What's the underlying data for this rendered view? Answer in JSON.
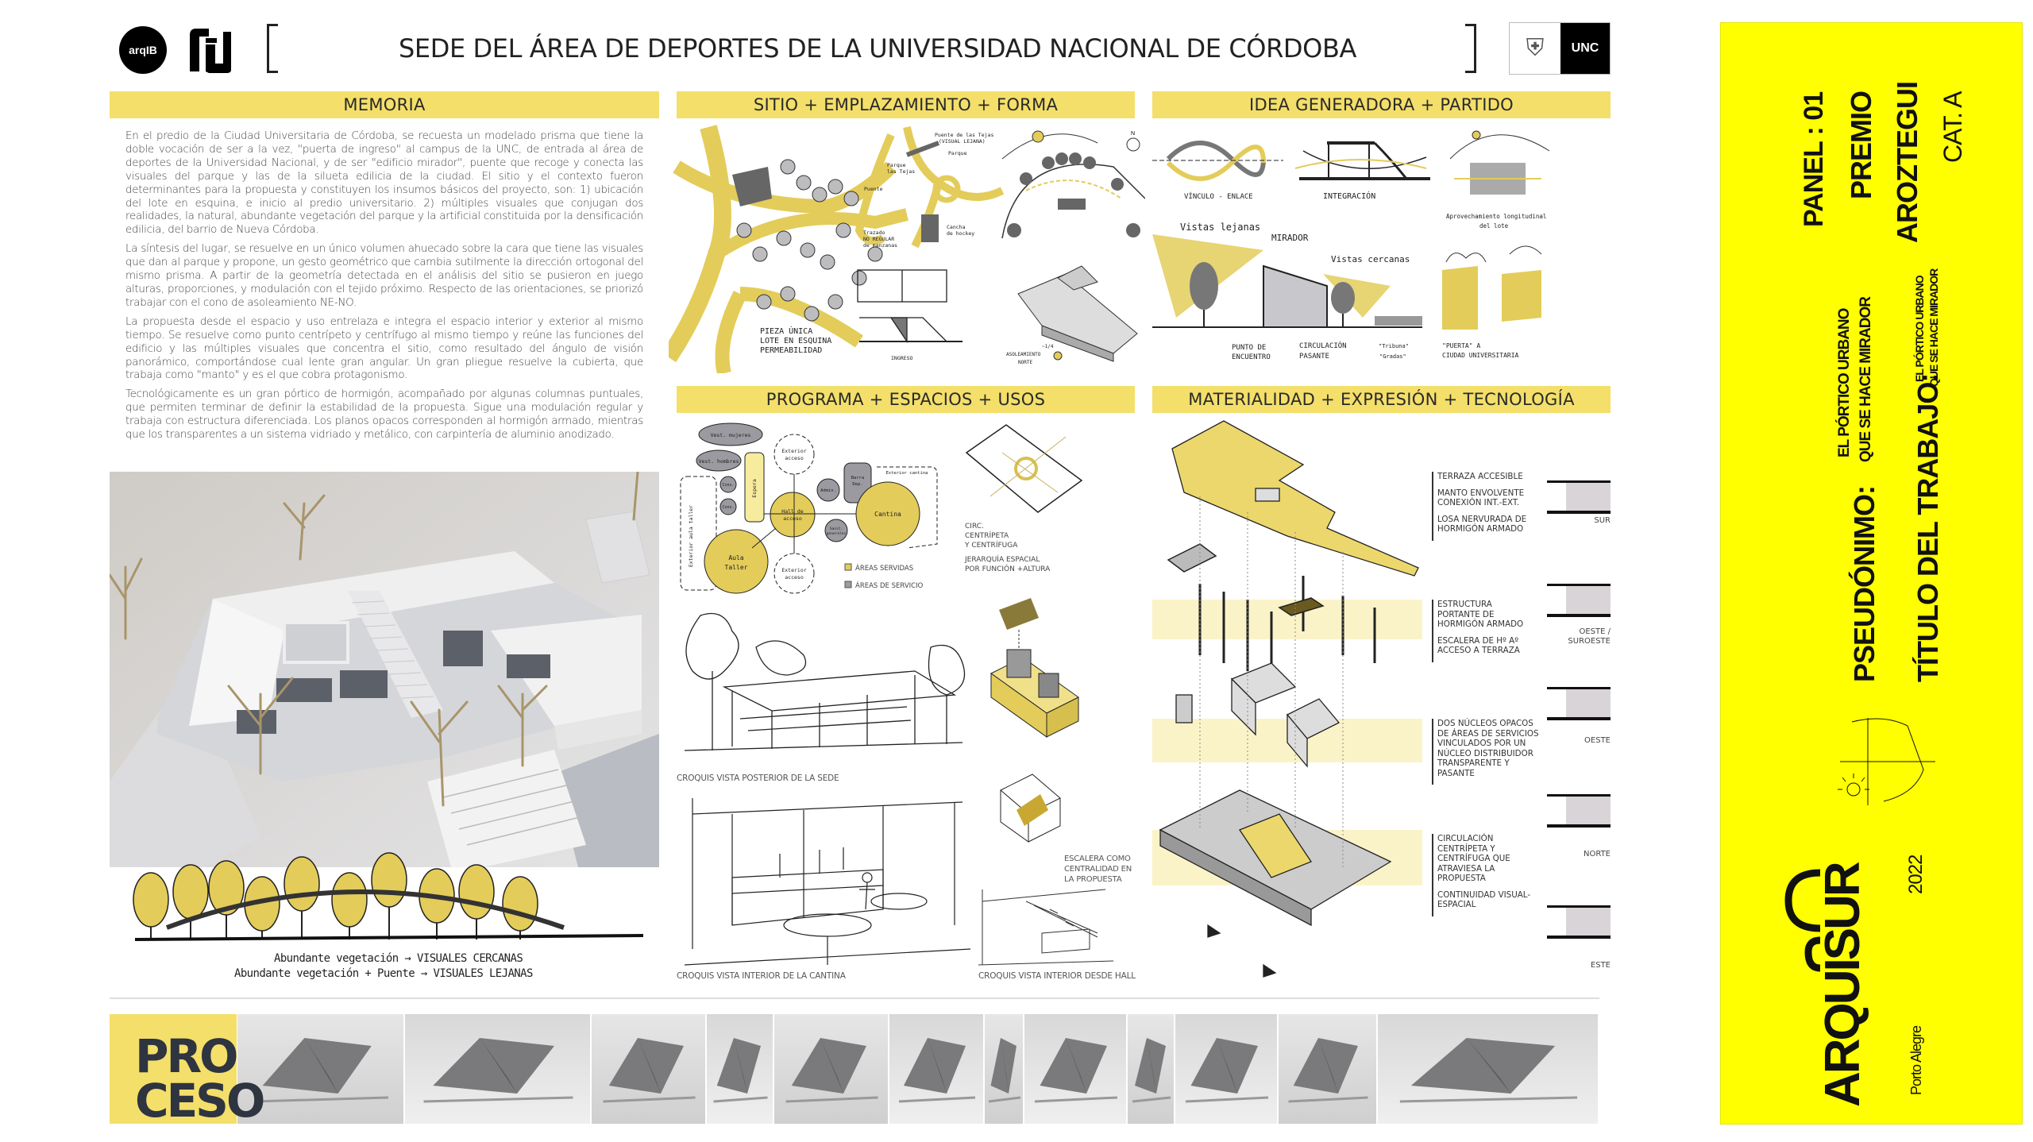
{
  "header": {
    "logo_left_1": "arqIB",
    "title": "SEDE DEL ÁREA DE DEPORTES DE LA UNIVERSIDAD NACIONAL DE CÓRDOBA",
    "logo_right": "UNC"
  },
  "sections": {
    "memoria": "MEMORIA",
    "sitio": "SITIO + EMPLAZAMIENTO + FORMA",
    "idea": "IDEA GENERADORA + PARTIDO",
    "programa": "PROGRAMA + ESPACIOS + USOS",
    "materialidad": "MATERIALIDAD + EXPRESIÓN + TECNOLOGÍA"
  },
  "memoria": {
    "paragraphs": [
      "En el predio de la Ciudad Universitaria de Córdoba, se recuesta un modelado prisma que tiene la doble vocación de ser a la vez, \"puerta de ingreso\" al campus de la UNC, de entrada al área de deportes de la Universidad Nacional, y de ser \"edificio mirador\", puente que recoge y conecta las visuales del parque y las de la silueta edilicia de la ciudad. El sitio y el contexto fueron determinantes para la propuesta y constituyen los insumos básicos del proyecto, son: 1) ubicación del lote en esquina, e inicio al predio universitario. 2) múltiples visuales que conjugan dos realidades, la natural, abundante vegetación del parque y la artificial constituida por la densificación edilicia, del barrio de Nueva Córdoba.",
      "La síntesis del lugar, se resuelve en un único volumen ahuecado sobre la cara que tiene las visuales que dan al parque y propone, un gesto geométrico que cambia sutilmente la dirección ortogonal del mismo prisma. A partir de la geometría detectada en el análisis del sitio se pusieron en juego alturas, proporciones, y modulación con el tejido próximo. Respecto de las orientaciones, se priorizó trabajar con el cono de asoleamiento NE-NO.",
      "La propuesta desde el espacio y uso entrelaza e integra el espacio interior y exterior al mismo tiempo. Se resuelve como punto centrípeto y centrífugo al mismo tiempo y reúne las funciones del edificio y las múltiples visuales que concentra el sitio, como resultado del ángulo de visión panorámico, comportándose cual lente gran angular. Un gran pliegue resuelve la cubierta, que trabaja como \"manto\" y es el que cobra protagonismo.",
      "Tecnológicamente es un gran pórtico de hormigón, acompañado por algunas columnas puntuales, que permiten terminar de definir la estabilidad de la propuesta. Sigue una modulación regular y trabaja con estructura diferenciada. Los planos opacos corresponden al hormigón armado, mientras que los transparentes a un sistema vidriado y metálico, con carpintería de aluminio anodizado."
    ],
    "vegetation_caption_1": "Abundante vegetación → VISUALES CERCANAS",
    "vegetation_caption_2": "Abundante vegetación + Puente → VISUALES LEJANAS"
  },
  "sitio": {
    "pieza_1": "PIEZA ÚNICA",
    "pieza_2": "LOTE EN ESQUINA",
    "pieza_3": "PERMEABILIDAD",
    "puente_tejas": "Puente de las Tejas",
    "visual_lejana": "(VISUAL LEJANA)",
    "parque": "Parque",
    "parque_tejas_1": "Parque",
    "parque_tejas_2": "las Tejas",
    "puente": "Puente",
    "trazado_1": "Trazado",
    "trazado_2": "NO REGULAR",
    "trazado_3": "de manzanas",
    "cancha_1": "Cancha",
    "cancha_2": "de hockey",
    "ingreso": "INGRESO",
    "asoleamiento_1": "ASOLEAMIENTO",
    "asoleamiento_2": "NORTE",
    "north": "N",
    "quarter": "~1/4"
  },
  "idea": {
    "vinculo": "VÍNCULO - ENLACE",
    "integracion": "INTEGRACIÓN",
    "aprovechamiento_1": "Aprovechamiento longitudinal",
    "aprovechamiento_2": "del lote",
    "vistas_lejanas": "Vistas lejanas",
    "mirador": "MIRADOR",
    "vistas_cercanas": "Vistas cercanas",
    "punto_1": "PUNTO DE",
    "punto_2": "ENCUENTRO",
    "circulacion_1": "CIRCULACIÓN",
    "circulacion_2": "PASANTE",
    "tribuna": "\"Tribuna\"",
    "gradas": "\"Gradas\"",
    "puerta_1": "\"PUERTA\" A",
    "puerta_2": "CIUDAD UNIVERSITARIA"
  },
  "programa": {
    "bubbles": {
      "vest_mujeres": "Vest. mujeres",
      "vest_hombres": "Vest. hombres",
      "espera": "Espera",
      "cons": "Cons.",
      "exterior_aula": "Exterior aula taller",
      "aula_1": "Aula",
      "aula_2": "Taller",
      "hall_1": "Hall de",
      "hall_2": "acceso",
      "ext_acceso_1": "Exterior",
      "ext_acceso_2": "acceso",
      "admin": "Admin.",
      "barra_1": "Barra",
      "barra_2": "Dep.",
      "sanit_1": "Sanit.",
      "sanit_2": "generales",
      "cantina": "Cantina",
      "exterior_cantina": "Exterior cantina"
    },
    "legend": {
      "servidas": "ÁREAS SERVIDAS",
      "servicio": "ÁREAS DE SERVICIO"
    },
    "circ_1": "CIRC.",
    "circ_2": "CENTRÍPETA",
    "circ_3": "Y CENTRÍFUGA",
    "jerarquia_1": "JERARQUÍA ESPACIAL",
    "jerarquia_2": "POR FUNCIÓN +ALTURA",
    "caption_posterior": "CROQUIS VISTA POSTERIOR DE LA SEDE",
    "caption_cantina": "CROQUIS VISTA INTERIOR DE LA CANTINA",
    "escalera_1": "ESCALERA COMO",
    "escalera_2": "CENTRALIDAD EN",
    "escalera_3": "LA PROPUESTA",
    "caption_hall": "CROQUIS VISTA INTERIOR DESDE HALL"
  },
  "materialidad": {
    "groups": [
      [
        "TERRAZA ACCESIBLE",
        "MANTO ENVOLVENTE CONEXIÓN INT.-EXT.",
        "LOSA NERVURADA DE HORMIGÓN ARMADO"
      ],
      [
        "ESTRUCTURA PORTANTE DE HORMIGÓN ARMADO",
        "ESCALERA DE Hº Aº ACCESO A TERRAZA"
      ],
      [
        "DOS NÚCLEOS OPACOS DE ÁREAS DE SERVICIOS VINCULADOS POR UN NÚCLEO DISTRIBUIDOR TRANSPARENTE Y PASANTE"
      ],
      [
        "CIRCULACIÓN CENTRÍPETA Y CENTRÍFUGA QUE ATRAVIESA LA PROPUESTA",
        "CONTINUIDAD VISUAL-ESPACIAL"
      ]
    ],
    "orientations": [
      "SUR",
      "OESTE / SUROESTE",
      "OESTE",
      "NORTE",
      "ESTE"
    ]
  },
  "proceso": {
    "line_1": "PRO",
    "line_2": "CESO"
  },
  "side_panel": {
    "panel": "PANEL : 01",
    "premio": "PREMIO",
    "aroztegui": "AROZTEGUI",
    "categoria": "CAT. A",
    "pseudonimo_label": "PSEUDÓNIMO:",
    "pseudonimo_1": "EL PÓRTICO URBANO",
    "pseudonimo_2": "QUE SE HACE MIRADOR",
    "titulo_label": "TÍTULO DEL TRABAJO:",
    "titulo_1": "EL PÓRTICO URBANO",
    "titulo_2": "QUE SE HACE MIRADOR",
    "arquisur": "ARQUISUR",
    "year": "2022",
    "city": "Porto Alegre"
  },
  "colors": {
    "section_yellow": "#f3df6a",
    "sketch_yellow": "#e3cc5a",
    "panel_yellow": "#ffff00",
    "service_gray": "#9a9aa0"
  }
}
